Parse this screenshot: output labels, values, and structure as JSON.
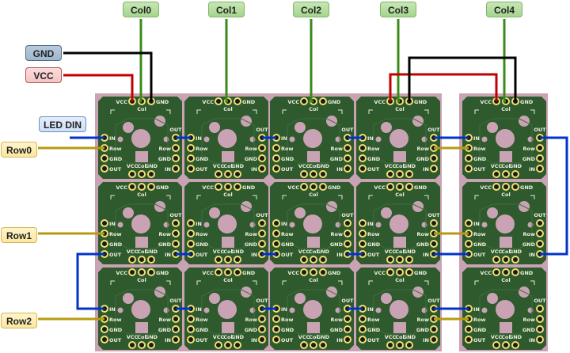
{
  "labels": {
    "columns": [
      "Col0",
      "Col1",
      "Col2",
      "Col3",
      "Col4"
    ],
    "rows": [
      "Row0",
      "Row1",
      "Row2"
    ],
    "gnd": "GND",
    "vcc": "VCC",
    "led_din": "LED DIN"
  },
  "pcb_pin_labels": {
    "vcc": "VCC",
    "col": "Col",
    "gnd": "GND",
    "in": "IN",
    "row": "Row",
    "out": "OUT"
  },
  "colors": {
    "column_wire": "#3a8a1a",
    "gnd_wire": "#000000",
    "vcc_wire": "#c00000",
    "data_wire": "#0033cc",
    "row_wire": "#b89a10",
    "pcb_green": "#2e5a2e",
    "board_pink": "#c9a3b4",
    "pad_gold": "#f0e070"
  },
  "grid": {
    "rows": 3,
    "columns": 5
  }
}
